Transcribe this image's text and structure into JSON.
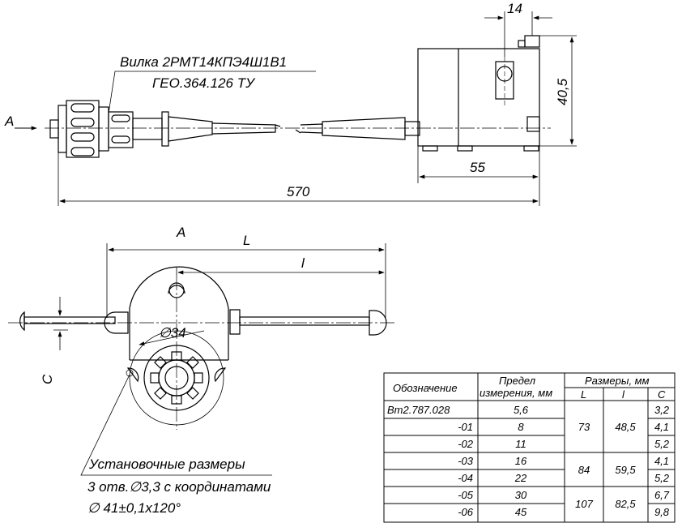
{
  "top_view": {
    "plug_label_line1": "Вилка 2РМТ14КПЭ4Ш1В1",
    "plug_label_line2": "ГЕО.364.126 ТУ",
    "view_arrow": "A",
    "dim_14": "14",
    "dim_40_5": "40,5",
    "dim_55": "55",
    "dim_570": "570"
  },
  "front_view": {
    "view_label": "A",
    "dim_L": "L",
    "dim_l": "l",
    "dim_C": "C",
    "dim_diameter": "∅34"
  },
  "notes": {
    "line1": "Установочные размеры",
    "line2": "3 отв.∅3,3 с координатами",
    "line3": "∅ 41±0,1х120°"
  },
  "table": {
    "headers": {
      "designation": "Обозначение",
      "range_line1": "Предел",
      "range_line2": "измерения, мм",
      "sizes": "Размеры, мм",
      "L": "L",
      "l": "l",
      "C": "C"
    },
    "rows": [
      {
        "designation": "Вт2.787.028",
        "range": "5,6",
        "C": "3,2"
      },
      {
        "designation": "-01",
        "range": "8",
        "C": "4,1"
      },
      {
        "designation": "-02",
        "range": "11",
        "C": "5,2"
      },
      {
        "designation": "-03",
        "range": "16",
        "C": "4,1"
      },
      {
        "designation": "-04",
        "range": "22",
        "C": "5,2"
      },
      {
        "designation": "-05",
        "range": "30",
        "C": "6,7"
      },
      {
        "designation": "-06",
        "range": "45",
        "C": "9,8"
      }
    ],
    "groups": [
      {
        "L": "73",
        "l": "48,5"
      },
      {
        "L": "84",
        "l": "59,5"
      },
      {
        "L": "107",
        "l": "82,5"
      }
    ]
  }
}
